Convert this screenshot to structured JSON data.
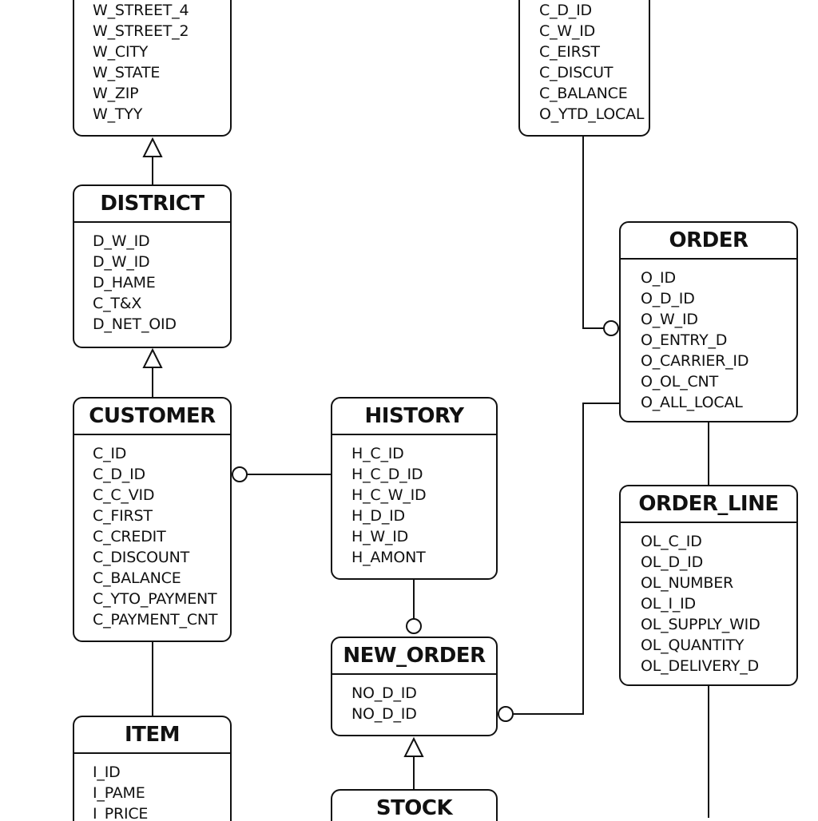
{
  "entities": {
    "warehouse": {
      "title": "",
      "fields": [
        "W_STREET_4",
        "W_STREET_2",
        "W_CITY",
        "W_STATE",
        "W_ZIP",
        "W_TYY"
      ]
    },
    "customer_top": {
      "title": "",
      "fields": [
        "C_D_ID",
        "C_W_ID",
        "C_EIRST",
        "C_DISCUT",
        "C_BALANCE",
        "O_YTD_LOCAL"
      ]
    },
    "district": {
      "title": "DISTRICT",
      "fields": [
        "D_W_ID",
        "D_W_ID",
        "D_HAME",
        "C_T&X",
        "D_NET_OID"
      ]
    },
    "order": {
      "title": "ORDER",
      "fields": [
        "O_ID",
        "O_D_ID",
        "O_W_ID",
        "O_ENTRY_D",
        "O_CARRIER_ID",
        "O_OL_CNT",
        "O_ALL_LOCAL"
      ]
    },
    "customer": {
      "title": "CUSTOMER",
      "fields": [
        "C_ID",
        "C_D_ID",
        "C_C_VID",
        "C_FIRST",
        "C_CREDIT",
        "C_DISCOUNT",
        "C_BALANCE",
        "C_YTO_PAYMENT",
        "C_PAYMENT_CNT"
      ]
    },
    "history": {
      "title": "HISTORY",
      "fields": [
        "H_C_ID",
        "H_C_D_ID",
        "H_C_W_ID",
        "H_D_ID",
        "H_W_ID",
        "H_AMONT"
      ]
    },
    "order_line": {
      "title": "ORDER_LINE",
      "fields": [
        "OL_C_ID",
        "OL_D_ID",
        "OL_NUMBER",
        "OL_I_ID",
        "OL_SUPPLY_WID",
        "OL_QUANTITY",
        "OL_DELIVERY_D"
      ]
    },
    "new_order": {
      "title": "NEW_ORDER",
      "fields": [
        "NO_D_ID",
        "NO_D_ID"
      ]
    },
    "item": {
      "title": "ITEM",
      "fields": [
        "I_ID",
        "I_PAME",
        "I_PRICE"
      ]
    },
    "stock": {
      "title": "STOCK",
      "fields": []
    }
  }
}
